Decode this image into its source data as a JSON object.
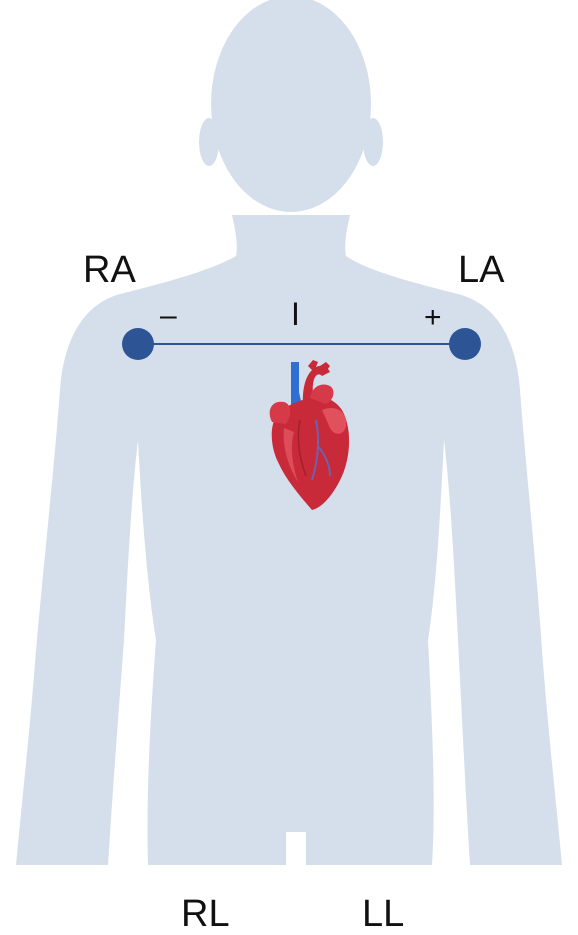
{
  "labels": {
    "right_arm": "RA",
    "left_arm": "LA",
    "right_leg": "RL",
    "left_leg": "LL",
    "lead": "I",
    "negative_pole": "–",
    "positive_pole": "+"
  },
  "colors": {
    "body_silhouette": "#d5dfec",
    "electrode": "#2d5595",
    "lead_line": "#2d5595",
    "heart_muscle": "#c92a3a",
    "heart_highlight": "#e25563",
    "heart_vein": "#2f6fd3",
    "text": "#111111"
  },
  "icons": {
    "heart": "anatomical-heart-icon",
    "electrode": "electrode-dot-icon"
  }
}
